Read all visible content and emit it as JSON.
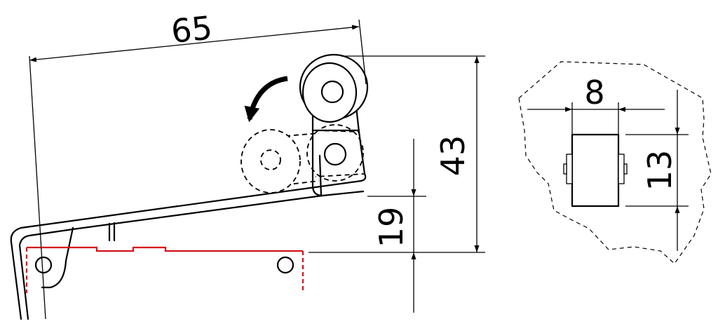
{
  "dimensions": {
    "length": "65",
    "height_total": "43",
    "height_base": "19",
    "roller_width": "8",
    "roller_diameter": "13"
  },
  "colors": {
    "outline": "#000000",
    "mounting_plate": "#d4121a"
  },
  "icons": [
    "rotation-arrow-icon"
  ]
}
